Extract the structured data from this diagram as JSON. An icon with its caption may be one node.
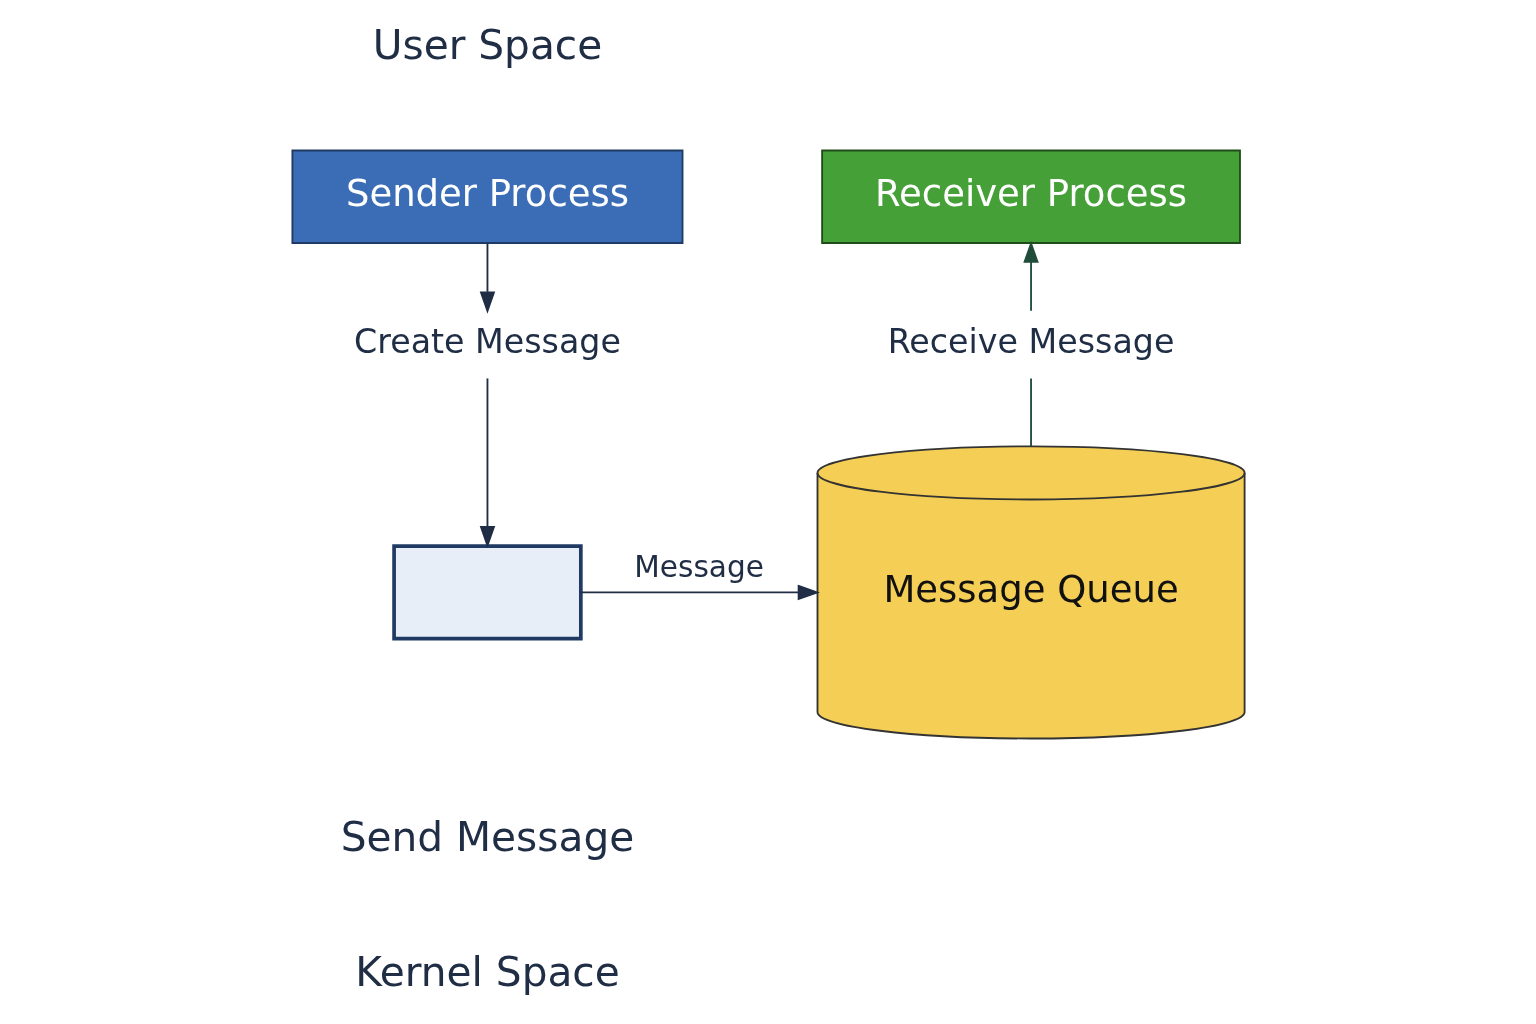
{
  "diagram": {
    "nodes": [
      {
        "text": [
          "Sender Process"
        ]
      },
      {
        "text": [
          "Create Message"
        ]
      },
      {
        "text": [],
        "shape": "envelope"
      },
      {
        "text": [
          "Message Queue"
        ]
      },
      {
        "text": [
          "Receive Message"
        ]
      },
      {
        "text": [
          "Receiver Process"
        ]
      }
    ],
    "edges": [
      {
        "from": 0,
        "to": 1,
        "arrow": "to"
      },
      {
        "from": 1,
        "to": 2,
        "arrow": "to"
      },
      {
        "from": 2,
        "to": 3,
        "arrow": "to",
        "label": "Message"
      },
      {
        "from": 3,
        "to": 4,
        "arrow": "none",
        "color": "#1f4d3a"
      },
      {
        "from": 4,
        "to": 5,
        "arrow": "to",
        "color": "#1f4d3a"
      }
    ],
    "labels": [
      "User Space",
      "Send Message",
      "Kernel Space"
    ]
  }
}
